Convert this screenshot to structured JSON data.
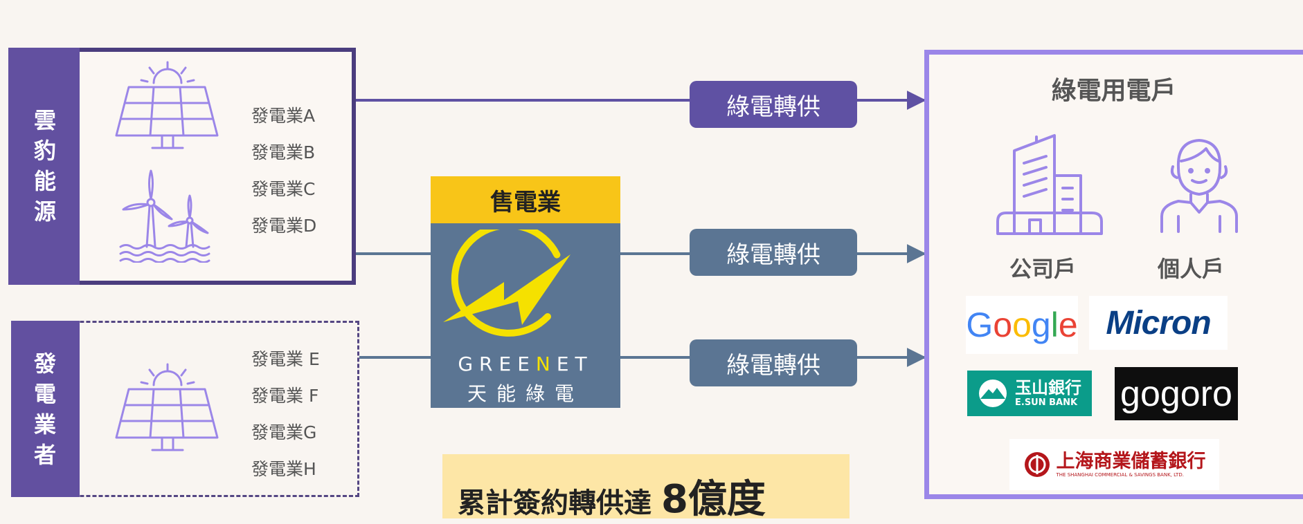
{
  "group_a": {
    "label": "雲豹能源",
    "generators": [
      "發電業A",
      "發電業B",
      "發電業C",
      "發電業D"
    ]
  },
  "group_b": {
    "label": "發電業者",
    "generators": [
      "發電業 E",
      "發電業 F",
      "發電業G",
      "發電業H"
    ]
  },
  "seller": {
    "title": "售電業",
    "brand_en_pre": "GREE",
    "brand_en_n": "N",
    "brand_en_post": "ET",
    "brand_zh": "天能綠電"
  },
  "transfers": [
    "綠電轉供",
    "綠電轉供",
    "綠電轉供"
  ],
  "summary": {
    "text": "累計簽約轉供達 ",
    "amount": "8億度"
  },
  "consumers": {
    "title": "綠電用電戶",
    "company_label": "公司戶",
    "personal_label": "個人戶"
  },
  "logos": {
    "google_letters": [
      "G",
      "o",
      "o",
      "g",
      "l",
      "e"
    ],
    "google_colors": [
      "#4285F4",
      "#EA4335",
      "#FBBC05",
      "#4285F4",
      "#34A853",
      "#EA4335"
    ],
    "micron": "Micron",
    "esun_zh": "玉山銀行",
    "esun_en": "E.SUN BANK",
    "gogoro": "gogoro",
    "scsb_zh": "上海商業儲蓄銀行",
    "scsb_en": "THE SHANGHAI COMMERCIAL & SAVINGS BANK, LTD."
  },
  "colors": {
    "purple_dark": "#4b3d7e",
    "purple": "#6250a0",
    "lavender": "#9b86e8",
    "slate": "#5b7593",
    "yellow": "#f8c518"
  }
}
